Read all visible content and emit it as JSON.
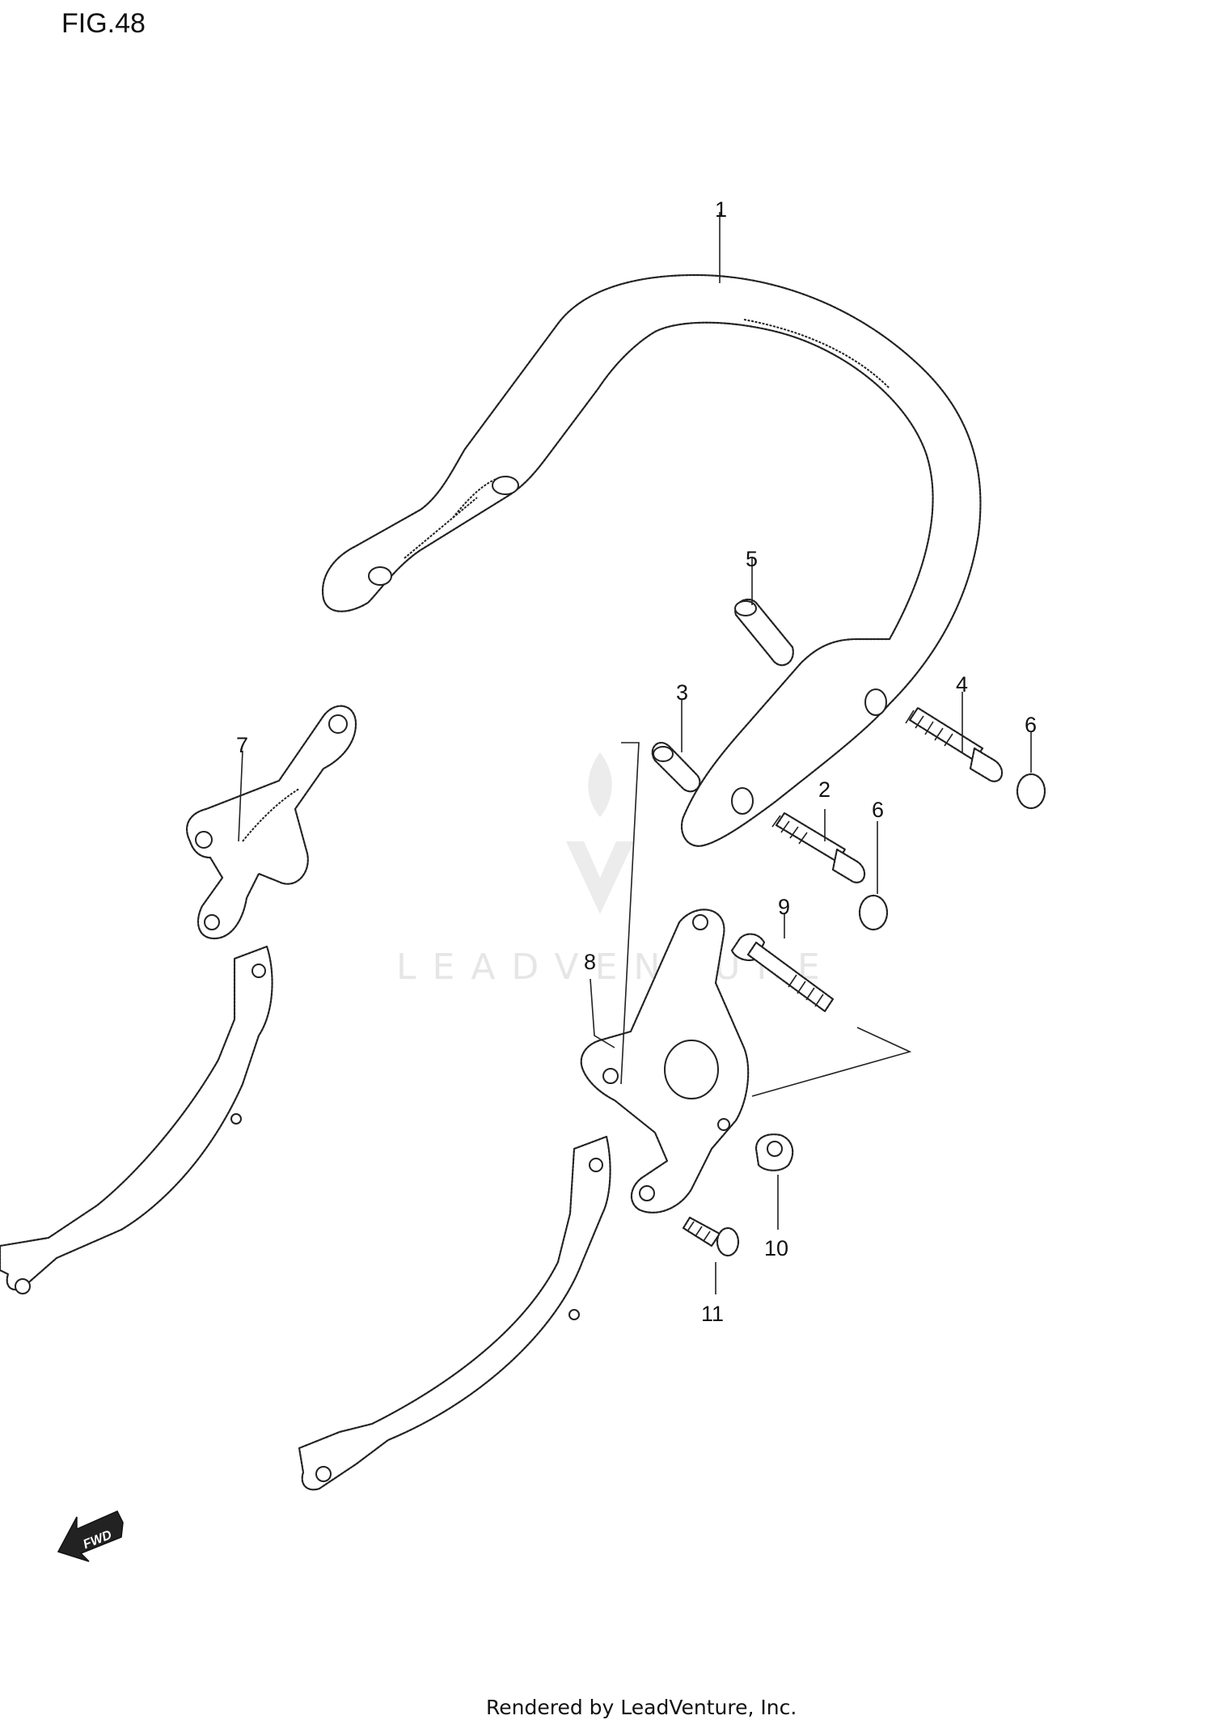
{
  "figure": {
    "title": "FIG.48"
  },
  "callouts": [
    "1",
    "2",
    "3",
    "4",
    "5",
    "6",
    "6",
    "7",
    "8",
    "9",
    "10",
    "11"
  ],
  "fwd_arrow": {
    "label": "FWD",
    "icon": "fwd-arrow-icon"
  },
  "watermark": {
    "text": "LEADVENTURE",
    "icon": "leadventure-logo-icon"
  },
  "footer": {
    "text": "Rendered by LeadVenture, Inc."
  }
}
